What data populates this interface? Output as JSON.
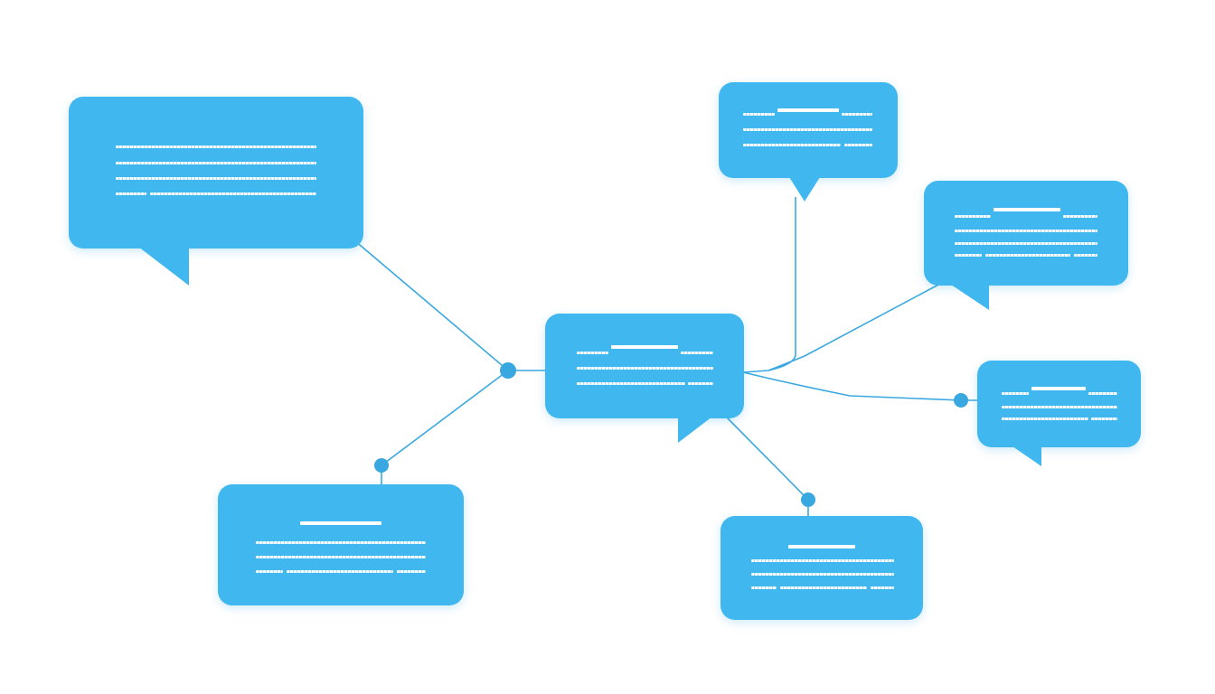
{
  "colors": {
    "bubble_fill": "#40b8ef",
    "connector": "#3aa8e0",
    "node": "#3aa8e0",
    "background": "#ffffff"
  },
  "diagram": {
    "type": "speech-bubble-network",
    "hub": "bubble-center",
    "bubbles": [
      {
        "id": "bubble-left-large",
        "has_title_line": false,
        "text_lines": 4,
        "tail": "bottom-left"
      },
      {
        "id": "bubble-center",
        "has_title_line": true,
        "text_lines": 3,
        "tail": "bottom-right"
      },
      {
        "id": "bubble-top-right",
        "has_title_line": true,
        "text_lines": 3,
        "tail": "bottom-center"
      },
      {
        "id": "bubble-right-upper",
        "has_title_line": true,
        "text_lines": 3,
        "tail": "bottom-center"
      },
      {
        "id": "bubble-right-lower",
        "has_title_line": true,
        "text_lines": 2,
        "tail": "bottom-left"
      },
      {
        "id": "bubble-bottom-left",
        "has_title_line": true,
        "text_lines": 3,
        "tail": "none"
      },
      {
        "id": "bubble-bottom-right",
        "has_title_line": true,
        "text_lines": 3,
        "tail": "none"
      }
    ],
    "connections": [
      {
        "from": "bubble-left-large",
        "to": "bubble-center",
        "junction_node": true
      },
      {
        "from": "bubble-bottom-left",
        "to": "bubble-center",
        "junction_node": true
      },
      {
        "from": "bubble-center",
        "to": "bubble-top-right",
        "junction_node": false
      },
      {
        "from": "bubble-center",
        "to": "bubble-right-upper",
        "junction_node": false
      },
      {
        "from": "bubble-center",
        "to": "bubble-right-lower",
        "junction_node": true
      },
      {
        "from": "bubble-center",
        "to": "bubble-bottom-right",
        "junction_node": true
      }
    ]
  }
}
